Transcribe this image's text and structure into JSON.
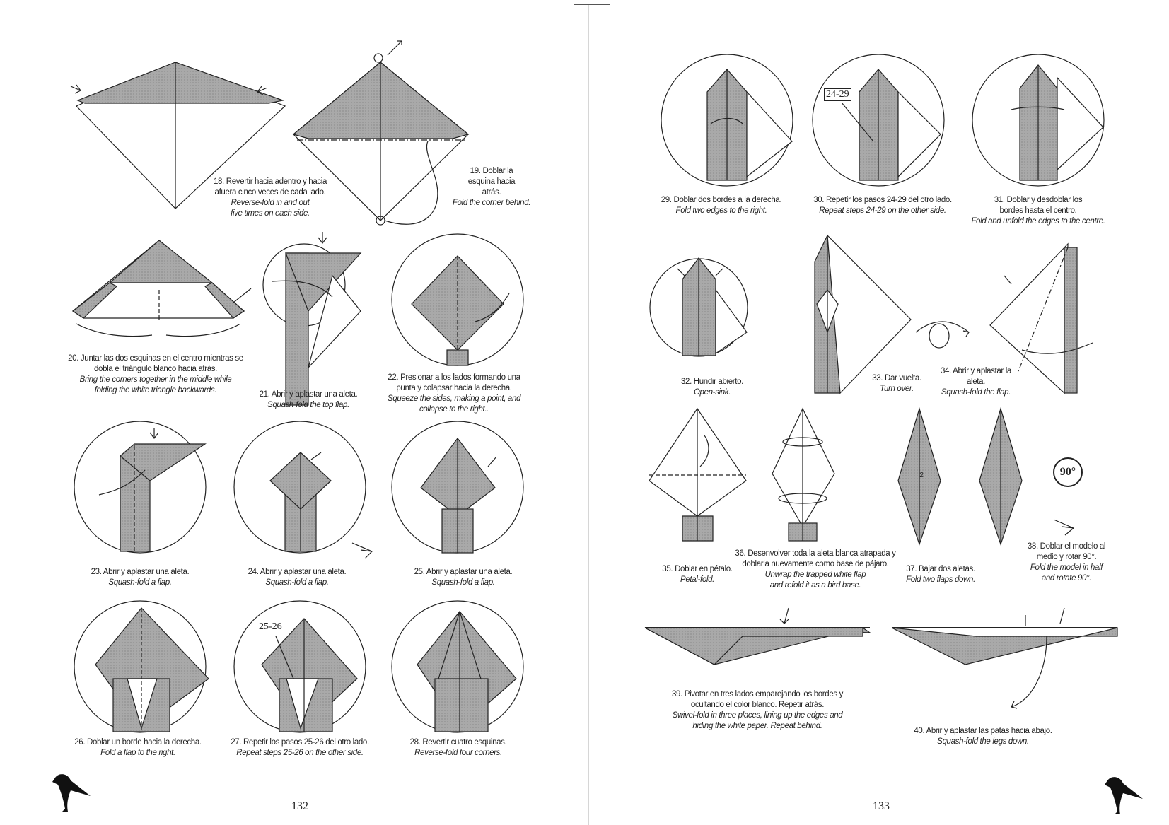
{
  "pages": {
    "left_number": "132",
    "right_number": "133"
  },
  "colors": {
    "paper_gray": "#a9a9a9",
    "line": "#222222"
  },
  "steps": {
    "s18": {
      "es": "18. Revertir hacia adentro y hacia afuera cinco veces de cada lado.",
      "en": "Reverse-fold in and out five times on each side."
    },
    "s19": {
      "es": "19. Doblar la esquina hacia atrás.",
      "en": "Fold the corner behind."
    },
    "s20": {
      "es": "20. Juntar las dos esquinas en el centro mientras se dobla el triángulo blanco hacia atrás.",
      "en": "Bring the corners together in the middle while folding the white triangle backwards."
    },
    "s21": {
      "es": "21. Abrir y aplastar una aleta.",
      "en": "Squash-fold the top flap."
    },
    "s22": {
      "es": "22. Presionar a los lados formando una punta y colapsar hacia la derecha.",
      "en": "Squeeze the sides, making a point, and collapse to the right.."
    },
    "s23": {
      "es": "23. Abrir y aplastar una aleta.",
      "en": "Squash-fold a flap."
    },
    "s24": {
      "es": "24. Abrir y aplastar una aleta.",
      "en": "Squash-fold a flap."
    },
    "s25": {
      "es": "25. Abrir y aplastar una aleta.",
      "en": "Squash-fold a flap."
    },
    "s26": {
      "es": "26. Doblar un borde hacia la derecha.",
      "en": "Fold a flap to the right."
    },
    "s27": {
      "es": "27. Repetir los pasos 25-26 del otro lado.",
      "en": "Repeat steps 25-26 on the other side."
    },
    "s28": {
      "es": "28. Revertir cuatro esquinas.",
      "en": "Reverse-fold four corners."
    },
    "s29": {
      "es": "29. Doblar dos bordes a la derecha.",
      "en": "Fold two edges to the right."
    },
    "s30": {
      "es": "30. Repetir los pasos 24-29 del otro lado.",
      "en": "Repeat steps 24-29 on the other side."
    },
    "s31": {
      "es": "31. Doblar y desdoblar los bordes hasta el centro.",
      "en": "Fold and unfold the edges to the centre."
    },
    "s32": {
      "es": "32. Hundir abierto.",
      "en": "Open-sink."
    },
    "s33": {
      "es": "33. Dar vuelta.",
      "en": "Turn over."
    },
    "s34": {
      "es": "34. Abrir y aplastar la aleta.",
      "en": "Squash-fold the flap."
    },
    "s35": {
      "es": "35. Doblar en pétalo.",
      "en": "Petal-fold."
    },
    "s36": {
      "es": "36. Desenvolver toda la aleta blanca atrapada y doblarla nuevamente como base de pájaro.",
      "en": "Unwrap the trapped white flap and refold it as a bird base."
    },
    "s37": {
      "es": "37. Bajar dos aletas.",
      "en": "Fold two flaps down."
    },
    "s38": {
      "es": "38. Doblar el modelo al medio y rotar 90°.",
      "en": "Fold the model in half and rotate 90°."
    },
    "s39": {
      "es": "39. Pivotar en tres lados emparejando los bordes y ocultando el color blanco. Repetir atrás.",
      "en": "Swivel-fold in three places, lining up the edges and hiding the white paper. Repeat behind."
    },
    "s40": {
      "es": "40. Abrir y aplastar las patas hacia abajo.",
      "en": "Squash-fold the legs down."
    }
  },
  "labels": {
    "ref_25_26": "25-26",
    "ref_24_29": "24-29",
    "rotate": "90°",
    "marker_2": "2"
  }
}
